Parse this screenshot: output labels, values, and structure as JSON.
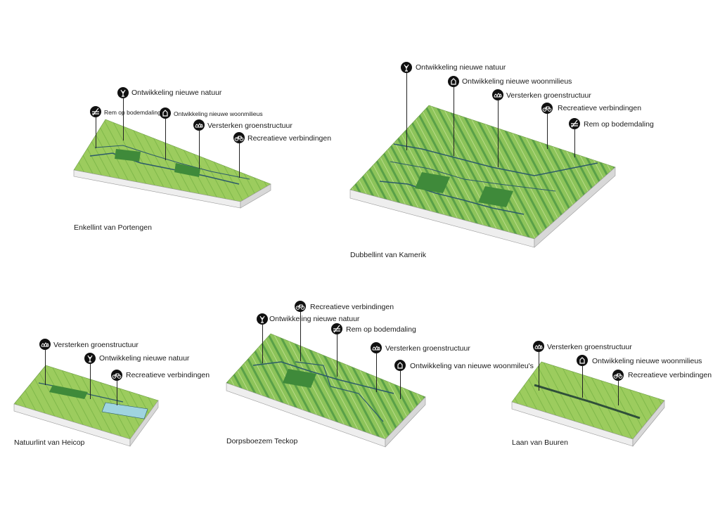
{
  "icons": {
    "natuur": "reed-icon",
    "woon": "house-icon",
    "groen": "trees-icon",
    "recreatie": "bicycle-icon",
    "bodem": "no-subsidence-icon"
  },
  "colors": {
    "meadow": "#9ccc5e",
    "meadow_dark": "#3f8a3a",
    "water": "#9fd4e0",
    "outline": "#2b5a6a"
  },
  "blocks": [
    {
      "caption": "Enkellint van Portengen",
      "labels": {
        "natuur": "Ontwikkeling nieuwe natuur",
        "bodem": "Rem op bodemdaling",
        "woon": "Ontwikkeling nieuwe woonmilieus",
        "groen": "Versterken groenstructuur",
        "recreatie": "Recreatieve verbindingen"
      }
    },
    {
      "caption": "Dubbellint van Kamerik",
      "labels": {
        "natuur": "Ontwikkeling nieuwe natuur",
        "woon": "Ontwikkeling nieuwe woonmilieus",
        "groen": "Versterken groenstructuur",
        "recreatie": "Recreatieve verbindingen",
        "bodem": "Rem op bodemdaling"
      }
    },
    {
      "caption": "Natuurlint van Heicop",
      "labels": {
        "groen": "Versterken groenstructuur",
        "natuur": "Ontwikkeling nieuwe natuur",
        "recreatie": "Recreatieve verbindingen"
      }
    },
    {
      "caption": "Dorpsboezem Teckop",
      "labels": {
        "recreatie": "Recreatieve verbindingen",
        "natuur": "Ontwikkeling nieuwe natuur",
        "bodem": "Rem op bodemdaling",
        "groen": "Versterken groenstructuur",
        "woon": "Ontwikkeling van nieuwe woonmileu's"
      }
    },
    {
      "caption": "Laan van Buuren",
      "labels": {
        "groen": "Versterken groenstructuur",
        "woon": "Ontwikkeling nieuwe woonmilieus",
        "recreatie": "Recreatieve verbindingen"
      }
    }
  ]
}
